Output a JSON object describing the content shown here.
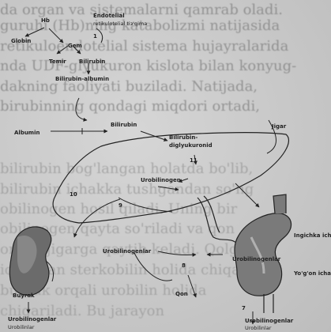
{
  "background_text": [
    "da organ va sistemalarni qamrab oladi.",
    "guruhi (Hb)ning katabolizmi natijasida",
    "retikuloendotelial sistema hujayralarida",
    "nda UDF-glyukuron kislota bilan konyug-",
    "dakning faoliyati buziladi. Natijada,",
    "birubinning qondagi miqdori ortadi,",
    "",
    "bilirubin bog'langan holatda bo'lib,",
    "bilirubin ichakka tushgandan so'ng",
    "obilinogen hosil qiladi. Uning bir",
    "obilinogen qayta so'riladi va qon",
    "orqali jigarga qaytib keladi. Qolgan",
    "ichakdan sterkobilin holida chiqariladi",
    "buyrak orqali urobilin holida",
    "chiqariladi. Bu jarayon"
  ],
  "diagram": {
    "hb": "Hb",
    "globin": "Globin",
    "gem": "Gem",
    "endotelial_1": "Endotelial",
    "endotelial_2": "retikulotelial tiз'qima",
    "temir": "Temir",
    "bilirubin_top": "Bilirubin",
    "bilirubin_albumin": "Bilirubin-albumin",
    "albumin": "Albumin",
    "bilirubin_center": "Bilirubin",
    "bilirubin_diglyuk_1": "Bilirubin-",
    "bilirubin_diglyuk_2": "diglyukuronid",
    "jigar": "Jigar",
    "urobilinogen_liver": "Urobilinogen",
    "urobilinogenlar_mid": "Urobilinogenlar",
    "urobilinogen_intestine": "Urobilinogenlar",
    "buyrak": "Buyrak",
    "qon": "Qon",
    "ingichka_ichak": "Ingichka ichak",
    "yogon_ichak": "Yo'g'on ichak",
    "urobilinogenlar_out_1": "Urobilinogenlar",
    "urobilinogenlar_out_2": "Urobilinlar",
    "urobilinogenlar_kidney_1": "Urobilinogenlar",
    "urobilinogenlar_kidney_2": "Urobilinlar",
    "num_1": "1",
    "num_8": "8",
    "num_9": "9",
    "num_10": "10",
    "num_11": "11",
    "num_7": "7"
  }
}
